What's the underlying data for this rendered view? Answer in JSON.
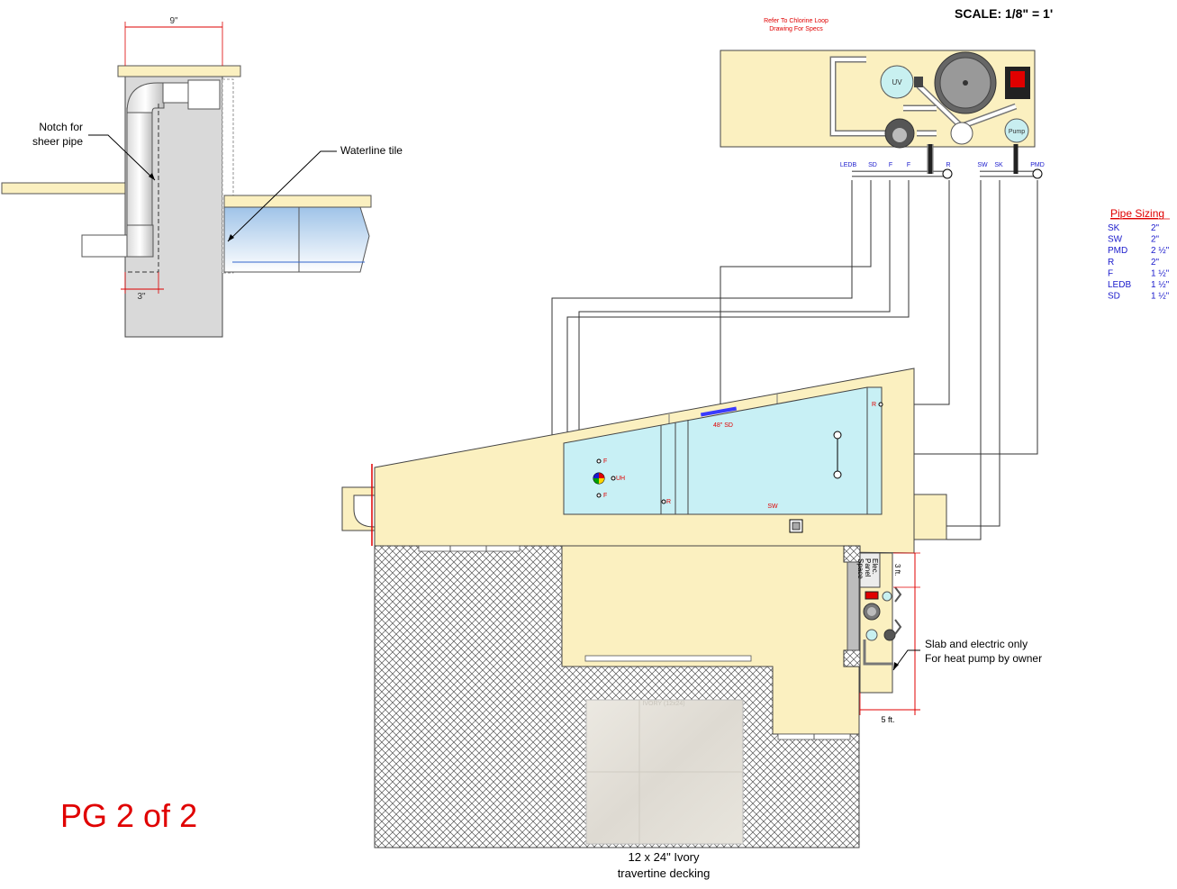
{
  "scale": {
    "label": "SCALE:   1/8\" = 1'"
  },
  "chlorine_note": {
    "line1": "Refer To Chlorine Loop",
    "line2": "Drawing For Specs"
  },
  "section_detail": {
    "width_dim": "9\"",
    "notch_dim": "3\"",
    "notch_label_1": "Notch for",
    "notch_label_2": "sheer pipe",
    "waterline_label": "Waterline tile"
  },
  "equipment": {
    "uv_label": "UV",
    "pump_label": "Pump",
    "ports_left": [
      "LEDB",
      "SD",
      "F",
      "F",
      "R"
    ],
    "ports_right": [
      "SW",
      "SK",
      "PMD"
    ]
  },
  "pipe_sizing": {
    "title": "Pipe Sizing",
    "rows": [
      {
        "code": "SK",
        "size": "2\""
      },
      {
        "code": "SW",
        "size": "2\""
      },
      {
        "code": "PMD",
        "size": "2 ½\""
      },
      {
        "code": "R",
        "size": "2\""
      },
      {
        "code": "F",
        "size": "1 ½\""
      },
      {
        "code": "LEDB",
        "size": "1 ½\""
      },
      {
        "code": "SD",
        "size": "1 ½\""
      }
    ]
  },
  "pool": {
    "sd_label": "48\" SD",
    "f_label_top": "F",
    "f_label_bottom": "F",
    "uh_label": "UH",
    "r_label_left": "R",
    "r_label_right": "R",
    "sw_label": "SW"
  },
  "pad": {
    "panel_label_1": "Elec.",
    "panel_label_2": "Panel",
    "panel_label_3": "Space",
    "dim_3ft": "3 ft.",
    "dim_5ft": "5 ft.",
    "heat_pump_note_1": "Slab and electric only",
    "heat_pump_note_2": "For heat pump by owner"
  },
  "decking": {
    "swatch_label": "IVORY (12x24)",
    "caption_1": "12 x 24\" Ivory",
    "caption_2": "travertine decking"
  },
  "page_label": "PG 2 of  2",
  "colors": {
    "deck": "#fbf0c0",
    "water": "#c8f0f5",
    "red": "#e00000",
    "blue": "#1a1acc",
    "pipe_dark": "#333333"
  }
}
